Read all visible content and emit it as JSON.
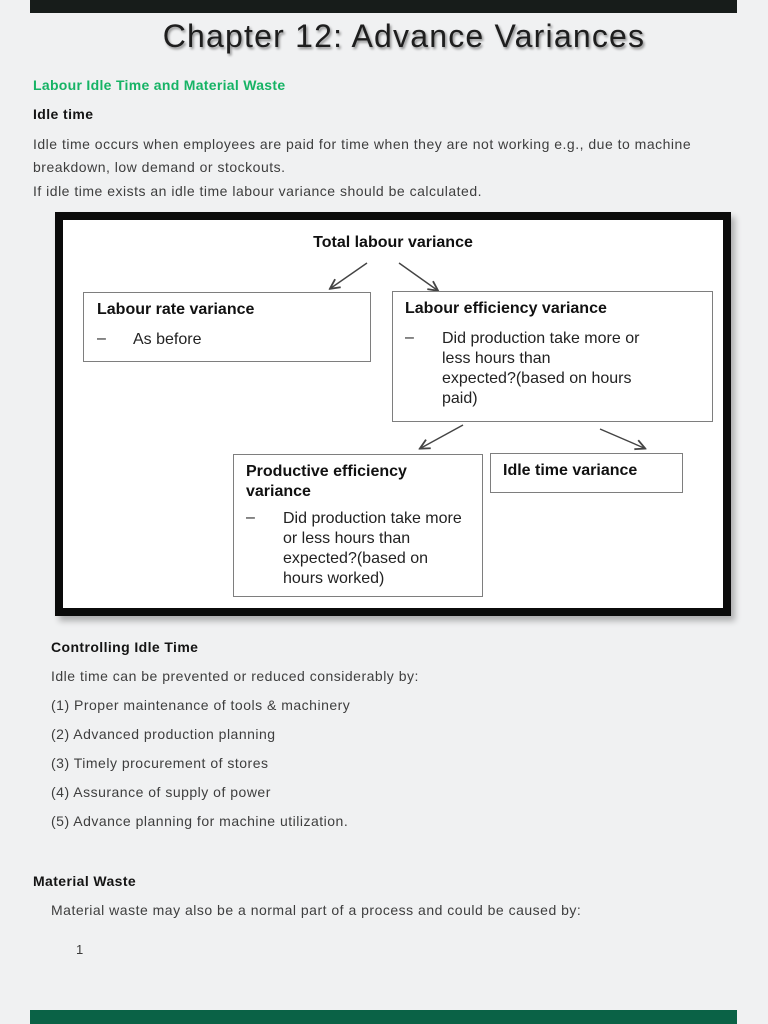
{
  "page": {
    "title": "Chapter 12: Advance Variances",
    "page_number": "1"
  },
  "colors": {
    "accent_green": "#16b365",
    "viewer_top_bar": "#171c1a",
    "viewer_bottom_bar": "#0a6246",
    "page_background": "#f0f1f2",
    "diagram_border": "#0b0b0b"
  },
  "intro": {
    "green_heading": "Labour Idle Time and Material Waste",
    "idle_heading": "Idle time",
    "para1_line1": "Idle time occurs when employees are paid for time when they are not working e.g., due to machine",
    "para1_line2": "breakdown, low demand or stockouts.",
    "para2": "If idle time exists an idle time labour variance should be calculated."
  },
  "diagram": {
    "root_label": "Total labour variance",
    "boxes": {
      "rate": {
        "title": "Labour rate variance",
        "dash": "–",
        "line1": "As before"
      },
      "efficiency": {
        "title": "Labour efficiency variance",
        "dash": "–",
        "lines": [
          "Did production take more or",
          "less hours than",
          "expected?(based on hours",
          "paid)"
        ]
      },
      "productive": {
        "title_lines": [
          "Productive efficiency",
          "variance"
        ],
        "dash": "–",
        "lines": [
          "Did production take more",
          "or less hours than",
          "expected?(based on",
          "hours worked)"
        ]
      },
      "idle": {
        "title": "Idle time variance"
      }
    }
  },
  "controlling": {
    "heading": "Controlling Idle Time",
    "intro": "Idle time can be prevented or reduced considerably by:",
    "items": [
      "(1) Proper maintenance of tools & machinery",
      "(2) Advanced production planning",
      "(3) Timely procurement of stores",
      "(4) Assurance of supply of power",
      "(5) Advance planning for machine utilization."
    ]
  },
  "material": {
    "heading": "Material Waste",
    "intro": "Material waste may also be a normal part of a process and could be caused by:"
  }
}
